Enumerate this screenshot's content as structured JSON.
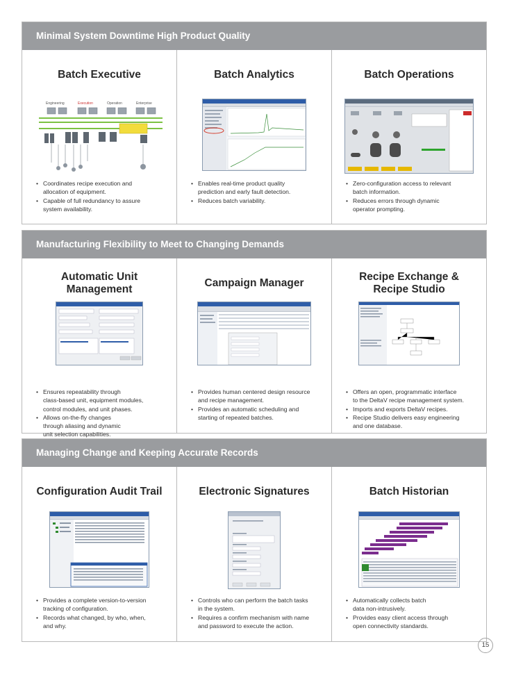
{
  "sections": [
    {
      "title": "Minimal System Downtime High Product Quality",
      "columns": [
        {
          "title": "Batch Executive",
          "image_labels": [
            "Engineering",
            "Execution",
            "Operation",
            "Enterprise"
          ],
          "bullets": [
            "Coordinates recipe execution and\nallocation of equipment.",
            "Capable of full redundancy to assure\nsystem availability."
          ]
        },
        {
          "title": "Batch Analytics",
          "bullets": [
            "Enables real-time product quality\nprediction and early fault detection.",
            "Reduces batch variability."
          ]
        },
        {
          "title": "Batch Operations",
          "bullets": [
            "Zero-configuration access to relevant\nbatch information.",
            "Reduces errors through dynamic\noperator prompting."
          ]
        }
      ]
    },
    {
      "title": "Manufacturing Flexibility to Meet to Changing Demands",
      "columns": [
        {
          "title": "Automatic Unit Management",
          "bullets": [
            "Ensures repeatability through\nclass-based unit, equipment modules,\ncontrol modules, and unit phases.",
            "Allows on-the-fly changes\nthrough aliasing and dynamic\nunit selection capabilities."
          ]
        },
        {
          "title": "Campaign Manager",
          "bullets": [
            "Provides human centered design resource\nand recipe management.",
            "Provides an automatic scheduling and\nstarting of repeated batches."
          ]
        },
        {
          "title": "Recipe Exchange & Recipe Studio",
          "bullets": [
            "Offers an open, programmatic interface\nto the DeltaV recipe management system.",
            "Imports and exports DeltaV recipes.",
            "Recipe Studio delivers easy engineering\nand one database."
          ]
        }
      ]
    },
    {
      "title": "Managing Change and Keeping Accurate Records",
      "columns": [
        {
          "title": "Configuration Audit Trail",
          "bullets": [
            "Provides a complete version-to-version\ntracking of configuration.",
            "Records what changed, by who, when,\nand why."
          ]
        },
        {
          "title": "Electronic Signatures",
          "bullets": [
            "Controls who can perform the batch tasks\nin the system.",
            "Requires a confirm mechanism with name\nand password to execute the action."
          ]
        },
        {
          "title": "Batch Historian",
          "bullets": [
            "Automatically collects batch\ndata non-intrusively.",
            "Provides easy client access through\nopen connectivity standards."
          ]
        }
      ]
    }
  ],
  "page_number": "15",
  "colors": {
    "header_bg": "#9a9c9f",
    "border": "#b9b9b9",
    "screenshot_titlebar": "#2e5da8",
    "historian_bar": "#7b2d8e",
    "highlight_red": "#d43a2a"
  }
}
